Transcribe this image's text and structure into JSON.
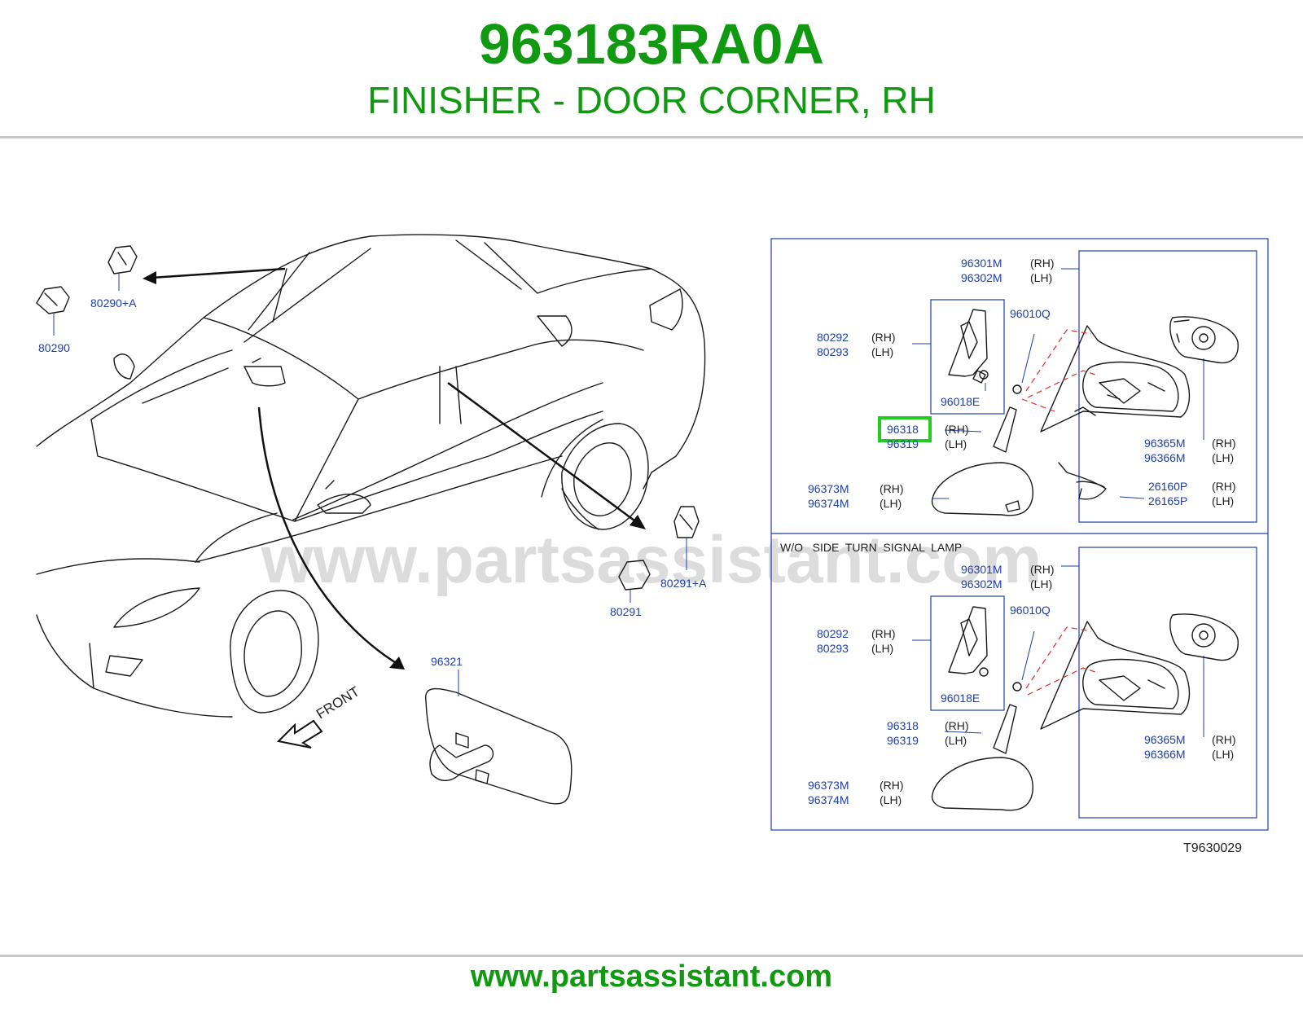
{
  "header": {
    "part_number": "963183RA0A",
    "description": "FINISHER - DOOR CORNER, RH"
  },
  "footer": {
    "url": "www.partsassistant.com"
  },
  "watermark": "www.partsassistant.com",
  "colors": {
    "brand_green": "#119a11",
    "callout_blue": "#1f3fa8",
    "highlight": "#22cc22"
  },
  "diagram": {
    "callouts": {
      "c80290": "80290",
      "c80290a": "80290+A",
      "c80291": "80291",
      "c80291a": "80291+A",
      "c96321": "96321",
      "front": "FRONT"
    },
    "panel_a": {
      "p96301m": "96301M",
      "p96302m": "96302M",
      "p80292": "80292",
      "p80293": "80293",
      "p96010q": "96010Q",
      "p96018e": "96018E",
      "p96318": "96318",
      "p96319": "96319",
      "p96373m": "96373M",
      "p96374m": "96374M",
      "p96365m": "96365M",
      "p96366m": "96366M",
      "p26160p": "26160P",
      "p26165p": "26165P"
    },
    "panel_b": {
      "title": "W/O   SIDE  TURN  SIGNAL  LAMP",
      "p96301m": "96301M",
      "p96302m": "96302M",
      "p80292": "80292",
      "p80293": "80293",
      "p96010q": "96010Q",
      "p96018e": "96018E",
      "p96318": "96318",
      "p96319": "96319",
      "p96373m": "96373M",
      "p96374m": "96374M",
      "p96365m": "96365M",
      "p96366m": "96366M"
    },
    "rh": "(RH)",
    "lh": "(LH)",
    "figure_code": "T9630029"
  }
}
